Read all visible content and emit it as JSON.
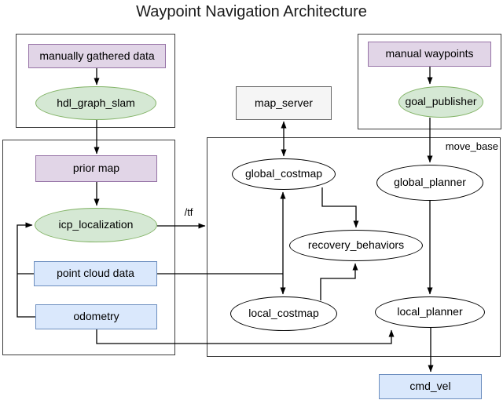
{
  "title": "Waypoint Navigation Architecture",
  "palette": {
    "purple_fill": "#e1d5e7",
    "purple_border": "#9673a6",
    "green_fill": "#d5e8d4",
    "green_border": "#82b366",
    "blue_fill": "#dae8fc",
    "blue_border": "#6c8ebf",
    "gray_fill": "#f5f5f5",
    "gray_border": "#666666",
    "plain_fill": "#ffffff",
    "line_color": "#000000",
    "container_border": "#3c3c3c"
  },
  "containers": {
    "mapping_group": {
      "label": ""
    },
    "waypoint_group": {
      "label": ""
    },
    "localization_group": {
      "label": ""
    },
    "move_base": {
      "label": "move_base"
    }
  },
  "nodes": {
    "manually_gathered_data": {
      "label": "manually gathered data",
      "shape": "rect",
      "color": "purple"
    },
    "hdl_graph_slam": {
      "label": "hdl_graph_slam",
      "shape": "ellipse",
      "color": "green"
    },
    "manual_waypoints": {
      "label": "manual waypoints",
      "shape": "rect",
      "color": "purple"
    },
    "goal_publisher": {
      "label": "goal_publisher",
      "shape": "ellipse",
      "color": "green"
    },
    "map_server": {
      "label": "map_server",
      "shape": "rect",
      "color": "gray"
    },
    "prior_map": {
      "label": "prior map",
      "shape": "rect",
      "color": "purple"
    },
    "icp_localization": {
      "label": "icp_localization",
      "shape": "ellipse",
      "color": "green"
    },
    "point_cloud_data": {
      "label": "point cloud data",
      "shape": "rect",
      "color": "blue"
    },
    "odometry": {
      "label": "odometry",
      "shape": "rect",
      "color": "blue"
    },
    "global_costmap": {
      "label": "global_costmap",
      "shape": "ellipse",
      "color": "white"
    },
    "global_planner": {
      "label": "global_planner",
      "shape": "ellipse",
      "color": "white"
    },
    "recovery_behaviors": {
      "label": "recovery_behaviors",
      "shape": "ellipse",
      "color": "white"
    },
    "local_costmap": {
      "label": "local_costmap",
      "shape": "ellipse",
      "color": "white"
    },
    "local_planner": {
      "label": "local_planner",
      "shape": "ellipse",
      "color": "white"
    },
    "cmd_vel": {
      "label": "cmd_vel",
      "shape": "rect",
      "color": "blue"
    }
  },
  "edge_labels": {
    "tf": "/tf",
    "move_base": "move_base"
  },
  "edges": [
    {
      "from": "manually_gathered_data",
      "to": "hdl_graph_slam",
      "type": "arrow"
    },
    {
      "from": "hdl_graph_slam",
      "to": "prior_map",
      "type": "arrow"
    },
    {
      "from": "prior_map",
      "to": "icp_localization",
      "type": "arrow"
    },
    {
      "from": "point_cloud_data",
      "to": "icp_localization",
      "type": "arrow"
    },
    {
      "from": "odometry",
      "to": "icp_localization",
      "type": "arrow"
    },
    {
      "from": "icp_localization",
      "to": "move_base",
      "type": "arrow",
      "label": "/tf"
    },
    {
      "from": "manual_waypoints",
      "to": "goal_publisher",
      "type": "arrow"
    },
    {
      "from": "goal_publisher",
      "to": "global_planner",
      "type": "arrow",
      "label": "move_base"
    },
    {
      "from": "map_server",
      "to": "global_costmap",
      "type": "double_arrow"
    },
    {
      "from": "point_cloud_data",
      "to": "global_costmap",
      "type": "arrow"
    },
    {
      "from": "point_cloud_data",
      "to": "local_costmap",
      "type": "arrow"
    },
    {
      "from": "global_costmap",
      "to": "recovery_behaviors",
      "type": "arrow"
    },
    {
      "from": "local_costmap",
      "to": "recovery_behaviors",
      "type": "arrow"
    },
    {
      "from": "global_planner",
      "to": "local_planner",
      "type": "arrow"
    },
    {
      "from": "odometry",
      "to": "local_planner",
      "type": "arrow"
    },
    {
      "from": "local_planner",
      "to": "cmd_vel",
      "type": "arrow"
    }
  ]
}
